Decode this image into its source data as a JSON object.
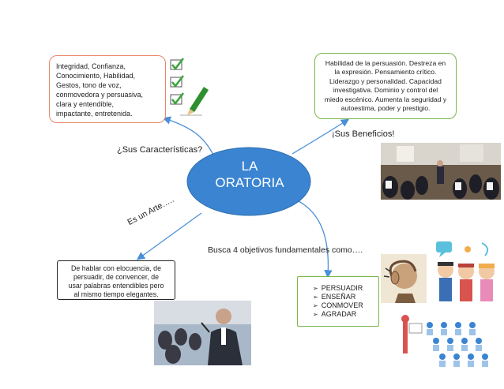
{
  "center": {
    "line1": "LA",
    "line2": "ORATORIA"
  },
  "characteristics": {
    "lines": [
      "Integridad,  Confianza,",
      "Conocimiento,  Habilidad,",
      "Gestos,  tono de voz,",
      "conmovedora y persuasiva,",
      "clara  y entendible,",
      "impactante,  entretenida."
    ]
  },
  "benefits": {
    "lines": [
      "Habilidad de la persuasión. Destreza en",
      "la expresión. Pensamiento crítico.",
      "Liderazgo y personalidad. Capacidad",
      "investigativa.  Dominio y control del",
      "miedo escénico. Aumenta la seguridad y",
      "autoestima, poder y prestigio."
    ]
  },
  "art": {
    "lines": [
      "De hablar con elocuencia, de",
      "persuadir, de convencer, de",
      "usar palabras entendibles pero",
      "al mismo tiempo elegantes."
    ]
  },
  "objectives": {
    "items": [
      "PERSUADIR",
      "ENSEÑAR",
      "CONMOVER",
      "AGRADAR"
    ]
  },
  "labels": {
    "characteristics_question": "¿Sus Características?",
    "benefits_exclaim": "¡Sus Beneficios!",
    "art_label": "Es un Arte…..",
    "objectives_label": "Busca 4 objetivos fundamentales como…."
  },
  "colors": {
    "oval": "#3b84d2",
    "characteristics_border": "#e8876a",
    "benefits_border": "#7ab648",
    "art_border": "#222222",
    "objectives_border": "#7ab648",
    "arrow": "#4a8fd8"
  }
}
